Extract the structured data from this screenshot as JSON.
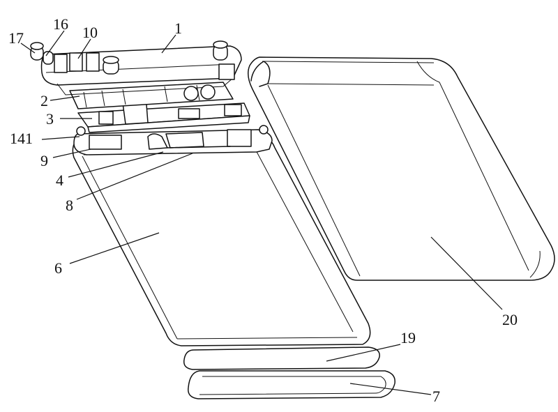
{
  "labels": [
    {
      "id": "label-17",
      "text": "17"
    },
    {
      "id": "label-16",
      "text": "16"
    },
    {
      "id": "label-10",
      "text": "10"
    },
    {
      "id": "label-1",
      "text": "1"
    },
    {
      "id": "label-2",
      "text": "2"
    },
    {
      "id": "label-3",
      "text": "3"
    },
    {
      "id": "label-141",
      "text": "141"
    },
    {
      "id": "label-9",
      "text": "9"
    },
    {
      "id": "label-4",
      "text": "4"
    },
    {
      "id": "label-8",
      "text": "8"
    },
    {
      "id": "label-6",
      "text": "6"
    },
    {
      "id": "label-20",
      "text": "20"
    },
    {
      "id": "label-19",
      "text": "19"
    },
    {
      "id": "label-7",
      "text": "7"
    }
  ]
}
